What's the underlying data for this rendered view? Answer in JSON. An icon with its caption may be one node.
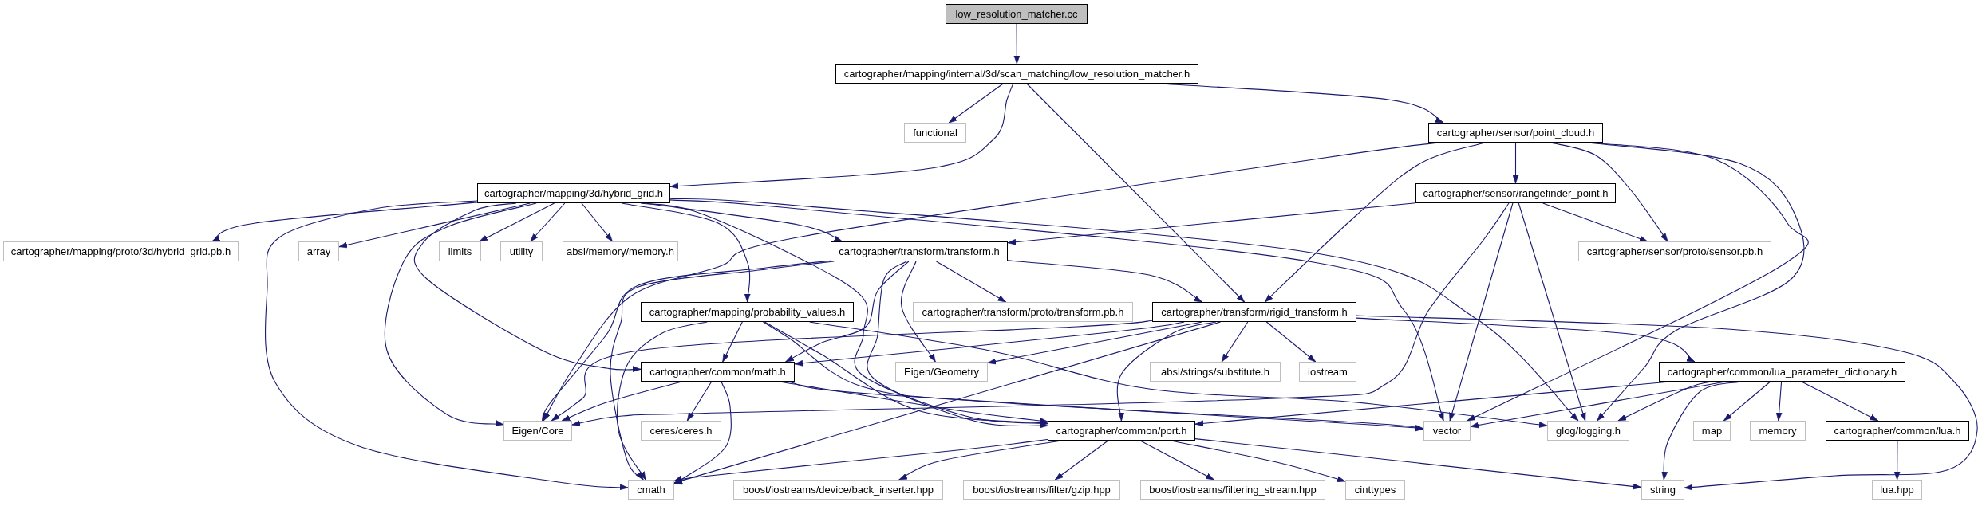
{
  "diagram": {
    "nodes": [
      {
        "text": [
          "low_resolution_matcher.cc"
        ]
      },
      {
        "text": [
          "cartographer/mapping/internal/3d/scan_matching/low_resolution_matcher.h"
        ]
      },
      {
        "text": [
          "functional"
        ]
      },
      {
        "text": [
          "cartographer/sensor/point_cloud.h"
        ]
      },
      {
        "text": [
          "cartographer/mapping/3d/hybrid_grid.h"
        ]
      },
      {
        "text": [
          "cartographer/sensor/rangefinder_point.h"
        ]
      },
      {
        "text": [
          "cartographer/mapping/proto/3d/hybrid_grid.pb.h"
        ]
      },
      {
        "text": [
          "array"
        ]
      },
      {
        "text": [
          "limits"
        ]
      },
      {
        "text": [
          "utility"
        ]
      },
      {
        "text": [
          "absl/memory/memory.h"
        ]
      },
      {
        "text": [
          "cartographer/transform/transform.h"
        ]
      },
      {
        "text": [
          "cartographer/sensor/proto/sensor.pb.h"
        ]
      },
      {
        "text": [
          "cartographer/mapping/probability_values.h"
        ]
      },
      {
        "text": [
          "cartographer/transform/proto/transform.pb.h"
        ]
      },
      {
        "text": [
          "cartographer/transform/rigid_transform.h"
        ]
      },
      {
        "text": [
          "cartographer/common/math.h"
        ]
      },
      {
        "text": [
          "Eigen/Geometry"
        ]
      },
      {
        "text": [
          "absl/strings/substitute.h"
        ]
      },
      {
        "text": [
          "iostream"
        ]
      },
      {
        "text": [
          "cartographer/common/lua_parameter_dictionary.h"
        ]
      },
      {
        "text": [
          "Eigen/Core"
        ]
      },
      {
        "text": [
          "ceres/ceres.h"
        ]
      },
      {
        "text": [
          "cartographer/common/port.h"
        ]
      },
      {
        "text": [
          "vector"
        ]
      },
      {
        "text": [
          "glog/logging.h"
        ]
      },
      {
        "text": [
          "map"
        ]
      },
      {
        "text": [
          "memory"
        ]
      },
      {
        "text": [
          "cartographer/common/lua.h"
        ]
      },
      {
        "text": [
          "cmath"
        ]
      },
      {
        "text": [
          "boost/iostreams/device/back_inserter.hpp"
        ]
      },
      {
        "text": [
          "boost/iostreams/filter/gzip.hpp"
        ]
      },
      {
        "text": [
          "boost/iostreams/filtering_stream.hpp"
        ]
      },
      {
        "text": [
          "cinttypes"
        ]
      },
      {
        "text": [
          "string"
        ]
      },
      {
        "text": [
          "lua.hpp"
        ]
      }
    ],
    "edges": [
      {
        "from": 0,
        "to": 1,
        "arrow": "to"
      },
      {
        "from": 1,
        "to": 2,
        "arrow": "to"
      },
      {
        "from": 1,
        "to": 4,
        "arrow": "to"
      },
      {
        "from": 1,
        "to": 15,
        "arrow": "to"
      },
      {
        "from": 1,
        "to": 3,
        "arrow": "to"
      },
      {
        "from": 3,
        "to": 21,
        "arrow": "to"
      },
      {
        "from": 3,
        "to": 15,
        "arrow": "to"
      },
      {
        "from": 3,
        "to": 5,
        "arrow": "to"
      },
      {
        "from": 3,
        "to": 12,
        "arrow": "to"
      },
      {
        "from": 3,
        "to": 24,
        "arrow": "to"
      },
      {
        "from": 3,
        "to": 25,
        "arrow": "to"
      },
      {
        "from": 4,
        "to": 6,
        "arrow": "to"
      },
      {
        "from": 4,
        "to": 7,
        "arrow": "to"
      },
      {
        "from": 4,
        "to": 8,
        "arrow": "to"
      },
      {
        "from": 4,
        "to": 9,
        "arrow": "to"
      },
      {
        "from": 4,
        "to": 10,
        "arrow": "to"
      },
      {
        "from": 4,
        "to": 11,
        "arrow": "to"
      },
      {
        "from": 4,
        "to": 13,
        "arrow": "to"
      },
      {
        "from": 4,
        "to": 16,
        "arrow": "to"
      },
      {
        "from": 4,
        "to": 23,
        "arrow": "to"
      },
      {
        "from": 4,
        "to": 21,
        "arrow": "to"
      },
      {
        "from": 4,
        "to": 29,
        "arrow": "to"
      },
      {
        "from": 4,
        "to": 24,
        "arrow": "to"
      },
      {
        "from": 4,
        "to": 25,
        "arrow": "to"
      },
      {
        "from": 5,
        "to": 11,
        "arrow": "to"
      },
      {
        "from": 5,
        "to": 21,
        "arrow": "to"
      },
      {
        "from": 5,
        "to": 24,
        "arrow": "to"
      },
      {
        "from": 5,
        "to": 25,
        "arrow": "to"
      },
      {
        "from": 5,
        "to": 12,
        "arrow": "to"
      },
      {
        "from": 11,
        "to": 29,
        "arrow": "to"
      },
      {
        "from": 11,
        "to": 21,
        "arrow": "to"
      },
      {
        "from": 11,
        "to": 17,
        "arrow": "to"
      },
      {
        "from": 11,
        "to": 16,
        "arrow": "to"
      },
      {
        "from": 11,
        "to": 23,
        "arrow": "to"
      },
      {
        "from": 11,
        "to": 14,
        "arrow": "to"
      },
      {
        "from": 11,
        "to": 15,
        "arrow": "to"
      },
      {
        "from": 13,
        "to": 29,
        "arrow": "to"
      },
      {
        "from": 13,
        "to": 24,
        "arrow": "to"
      },
      {
        "from": 13,
        "to": 16,
        "arrow": "to"
      },
      {
        "from": 13,
        "to": 23,
        "arrow": "to"
      },
      {
        "from": 13,
        "to": 25,
        "arrow": "to"
      },
      {
        "from": 15,
        "to": 21,
        "arrow": "to"
      },
      {
        "from": 15,
        "to": 16,
        "arrow": "to"
      },
      {
        "from": 15,
        "to": 17,
        "arrow": "to"
      },
      {
        "from": 15,
        "to": 18,
        "arrow": "to"
      },
      {
        "from": 15,
        "to": 19,
        "arrow": "to"
      },
      {
        "from": 15,
        "to": 20,
        "arrow": "to"
      },
      {
        "from": 15,
        "to": 34,
        "arrow": "to"
      },
      {
        "from": 15,
        "to": 23,
        "arrow": "to"
      },
      {
        "from": 15,
        "to": 29,
        "arrow": "to"
      },
      {
        "from": 16,
        "to": 29,
        "arrow": "to"
      },
      {
        "from": 16,
        "to": 24,
        "arrow": "to"
      },
      {
        "from": 16,
        "to": 21,
        "arrow": "to"
      },
      {
        "from": 16,
        "to": 23,
        "arrow": "to"
      },
      {
        "from": 16,
        "to": 22,
        "arrow": "to"
      },
      {
        "from": 20,
        "to": 26,
        "arrow": "to"
      },
      {
        "from": 20,
        "to": 27,
        "arrow": "to"
      },
      {
        "from": 20,
        "to": 34,
        "arrow": "to"
      },
      {
        "from": 20,
        "to": 24,
        "arrow": "to"
      },
      {
        "from": 20,
        "to": 28,
        "arrow": "to"
      },
      {
        "from": 20,
        "to": 23,
        "arrow": "to"
      },
      {
        "from": 20,
        "to": 25,
        "arrow": "to"
      },
      {
        "from": 23,
        "to": 33,
        "arrow": "to"
      },
      {
        "from": 23,
        "to": 29,
        "arrow": "to"
      },
      {
        "from": 23,
        "to": 34,
        "arrow": "to"
      },
      {
        "from": 23,
        "to": 30,
        "arrow": "to"
      },
      {
        "from": 23,
        "to": 31,
        "arrow": "to"
      },
      {
        "from": 23,
        "to": 32,
        "arrow": "to"
      },
      {
        "from": 28,
        "to": 35,
        "arrow": "to"
      }
    ]
  }
}
